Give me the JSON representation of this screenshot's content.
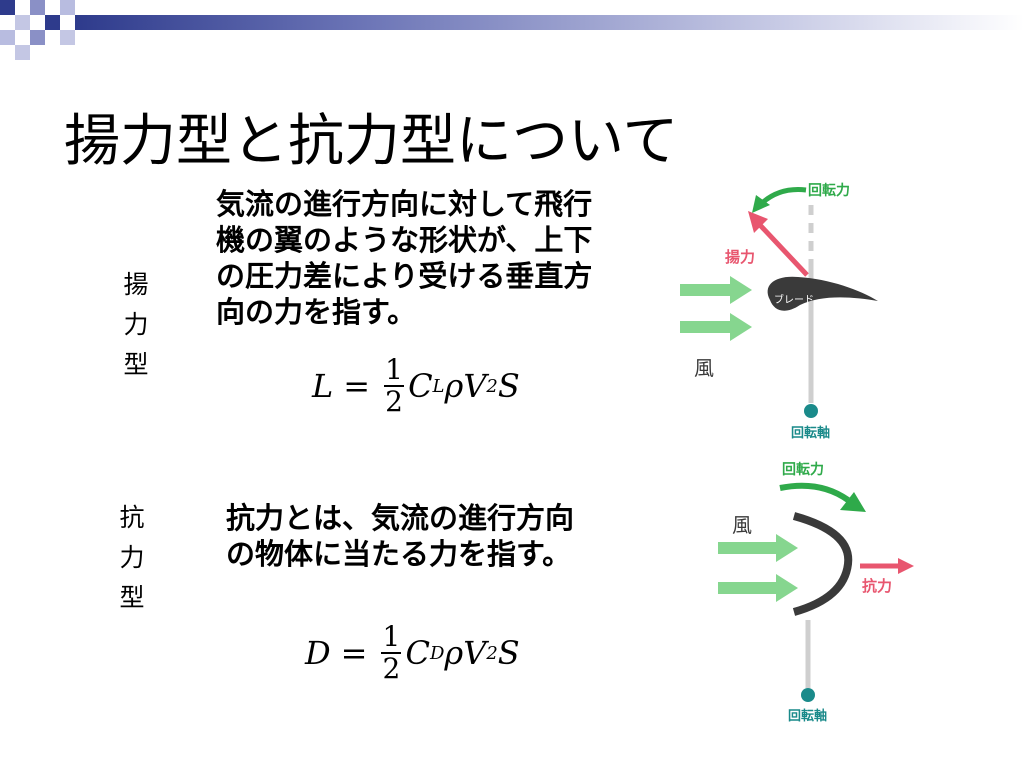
{
  "slide": {
    "title": "揚力型と抗力型について"
  },
  "lift": {
    "label": [
      "揚",
      "力",
      "型"
    ],
    "description": [
      "気流の進行方向に対して飛行",
      "機の翼のような形状が、上下",
      "の圧力差により受ける垂直方",
      "向の力を指す。"
    ],
    "formula": {
      "lhs": "L",
      "equals": "=",
      "num": "1",
      "den": "2",
      "coef": "C",
      "coef_sub": "L",
      "rest": "ρV",
      "sup": "2",
      "tail": "S"
    },
    "diagram": {
      "rotation_label": "回転力",
      "lift_label": "揚力",
      "blade_label": "ブレード",
      "wind_label": "風",
      "axis_label": "回転軸"
    }
  },
  "drag": {
    "label": [
      "抗",
      "力",
      "型"
    ],
    "description": [
      "抗力とは、気流の進行方向",
      "の物体に当たる力を指す。"
    ],
    "formula": {
      "lhs": "D",
      "equals": "=",
      "num": "1",
      "den": "2",
      "coef": "C",
      "coef_sub": "D",
      "rest": "ρV",
      "sup": "2",
      "tail": "S"
    },
    "diagram": {
      "rotation_label": "回転力",
      "wind_label": "風",
      "drag_label": "抗力",
      "axis_label": "回転軸"
    }
  },
  "colors": {
    "accent_navy": "#2e3b8c",
    "green": "#2faa4a",
    "light_green": "#86d68f",
    "pink": "#e8566f",
    "teal": "#1a8a8a",
    "blade": "#3a3a3a",
    "axis_gray": "#cfcfcf"
  }
}
